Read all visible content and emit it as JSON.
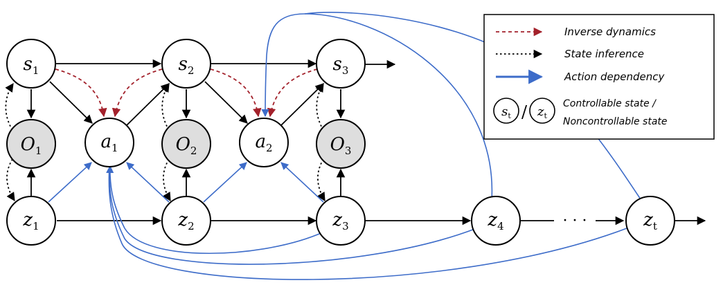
{
  "colors": {
    "inverse_dynamics": "#a3212b",
    "state_inference": "#000000",
    "action_dependency": "#3d6cc9",
    "observed_fill": "#dedede"
  },
  "nodes": {
    "s1": {
      "base": "s",
      "sub": "1"
    },
    "s2": {
      "base": "s",
      "sub": "2"
    },
    "s3": {
      "base": "s",
      "sub": "3"
    },
    "o1": {
      "base": "O",
      "sub": "1"
    },
    "o2": {
      "base": "O",
      "sub": "2"
    },
    "o3": {
      "base": "O",
      "sub": "3"
    },
    "a1": {
      "base": "a",
      "sub": "1"
    },
    "a2": {
      "base": "a",
      "sub": "2"
    },
    "z1": {
      "base": "z",
      "sub": "1"
    },
    "z2": {
      "base": "z",
      "sub": "2"
    },
    "z3": {
      "base": "z",
      "sub": "3"
    },
    "z4": {
      "base": "z",
      "sub": "4"
    },
    "zt": {
      "base": "z",
      "sub": "t"
    }
  },
  "ellipsis": "· · ·",
  "legend": {
    "inverse_dynamics": "Inverse dynamics",
    "state_inference": "State inference",
    "action_dependency": "Action dependency",
    "symbol_s": {
      "base": "s",
      "sub": "t"
    },
    "symbol_separator": "/",
    "symbol_z": {
      "base": "z",
      "sub": "t"
    },
    "controllable_line1": "Controllable state /",
    "controllable_line2": "Noncontrollable state"
  }
}
